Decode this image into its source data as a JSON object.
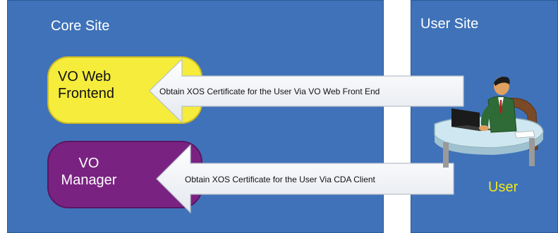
{
  "panels": {
    "core": {
      "title": "Core Site"
    },
    "user": {
      "title": "User Site"
    }
  },
  "services": {
    "vo_web_frontend": {
      "label": "VO Web\nFrontend"
    },
    "vo_manager": {
      "label": "VO\nManager"
    }
  },
  "arrows": {
    "web": {
      "text": "Obtain XOS Certificate for the User Via VO Web Front End"
    },
    "cda": {
      "text": "Obtain XOS Certificate for the User Via CDA Client"
    }
  },
  "user": {
    "label": "User",
    "icon": "user-at-computer-icon"
  },
  "colors": {
    "panel": "#3f72b9",
    "vo_web": "#f5ec3b",
    "vo_manager": "#7a2282",
    "user_label": "#f2e51e"
  }
}
